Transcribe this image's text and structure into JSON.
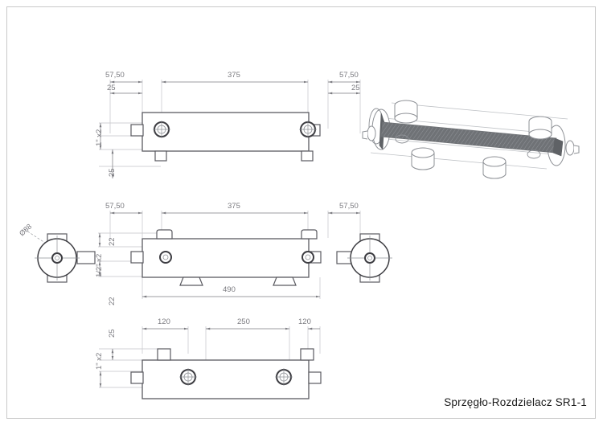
{
  "drawing": {
    "title": "Sprzęgło-Rozdzielacz SR1-1",
    "border_color": "#c9c9c9",
    "line_color": "#5a5a60",
    "dim_color": "#7b7b80",
    "hatch_color": "#6f7276",
    "background": "#ffffff"
  },
  "views": {
    "top": {
      "name": "top-view",
      "dimensions_horizontal": [
        {
          "label": "57,50",
          "value": 57.5
        },
        {
          "label": "375",
          "value": 375
        },
        {
          "label": "57,50",
          "value": 57.5
        },
        {
          "label": "25",
          "value": 25
        },
        {
          "label": "25",
          "value": 25
        }
      ],
      "dimensions_vertical": [
        {
          "label": "1\" x2"
        },
        {
          "label": "25",
          "value": 25
        }
      ]
    },
    "middle": {
      "name": "middle-view",
      "dimensions_horizontal": [
        {
          "label": "57,50",
          "value": 57.5
        },
        {
          "label": "375",
          "value": 375
        },
        {
          "label": "57,50",
          "value": 57.5
        },
        {
          "label": "490",
          "value": 490
        }
      ],
      "dimensions_vertical": [
        {
          "label": "22",
          "value": 22
        },
        {
          "label": "1/2\" x2"
        },
        {
          "label": "22",
          "value": 22
        }
      ]
    },
    "bottom": {
      "name": "bottom-view",
      "dimensions_horizontal": [
        {
          "label": "120",
          "value": 120
        },
        {
          "label": "250",
          "value": 250
        },
        {
          "label": "120",
          "value": 120
        }
      ],
      "dimensions_vertical": [
        {
          "label": "25",
          "value": 25
        },
        {
          "label": "1\" x2"
        }
      ]
    },
    "end_left": {
      "name": "left-end-view",
      "diameter_label": "Ø88",
      "diameter_value": 88
    },
    "end_right": {
      "name": "right-end-view"
    },
    "isometric": {
      "name": "isometric-cutaway-view",
      "description": "3D cutaway of cylindrical vessel with internal baffle"
    }
  },
  "labels": {
    "d57_50_a": "57,50",
    "d375_a": "375",
    "d57_50_b": "57,50",
    "d25_a": "25",
    "d25_b": "25",
    "v1inch_a": "1\" x2",
    "v25_a": "25",
    "d57_50_c": "57,50",
    "d375_b": "375",
    "d57_50_d": "57,50",
    "d490": "490",
    "v22_a": "22",
    "vhalf": "1/2\" x2",
    "v22_b": "22",
    "d120_a": "120",
    "d250": "250",
    "d120_b": "120",
    "v25_b": "25",
    "v1inch_b": "1\" x2",
    "dia88": "Ø88"
  }
}
